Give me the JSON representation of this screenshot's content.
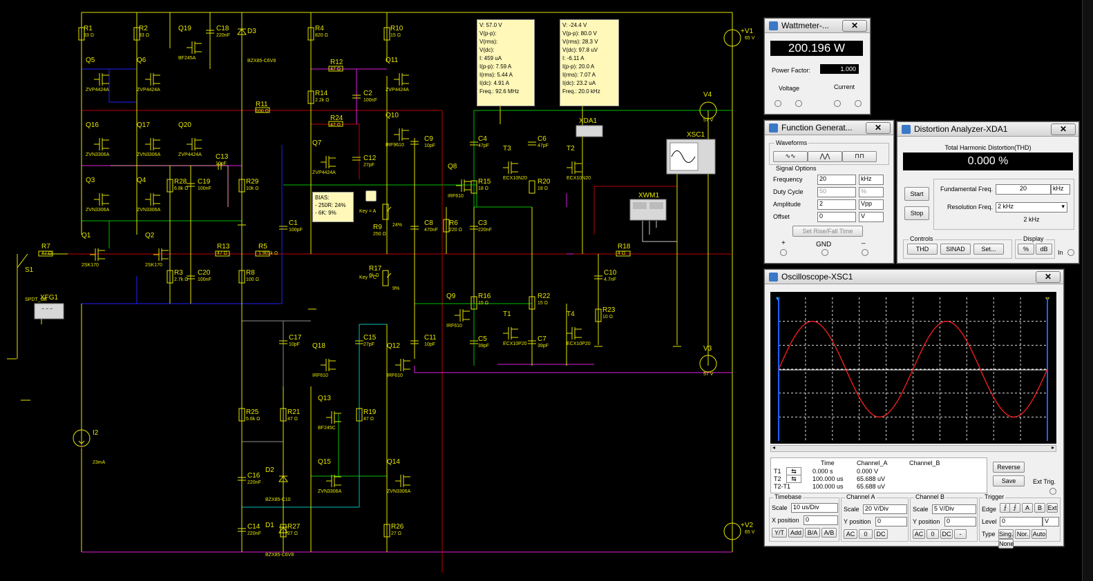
{
  "schematic": {
    "components": [
      {
        "ref": "R1",
        "value": "33 Ω"
      },
      {
        "ref": "R2",
        "value": "33 Ω"
      },
      {
        "ref": "Q19",
        "value": "BF245A"
      },
      {
        "ref": "C18",
        "value": "220nF"
      },
      {
        "ref": "D3",
        "value": "BZX85-C6V8"
      },
      {
        "ref": "R4",
        "value": "820 Ω"
      },
      {
        "ref": "R10",
        "value": "15 Ω"
      },
      {
        "ref": "Q5",
        "value": "ZVP4424A"
      },
      {
        "ref": "Q6",
        "value": "ZVP4424A"
      },
      {
        "ref": "R12",
        "value": "47 Ω"
      },
      {
        "ref": "Q11",
        "value": "ZVP4424A"
      },
      {
        "ref": "R14",
        "value": "2.2k Ω"
      },
      {
        "ref": "C2",
        "value": "100nF"
      },
      {
        "ref": "R11",
        "value": "100 Ω"
      },
      {
        "ref": "R24",
        "value": "47 Ω"
      },
      {
        "ref": "Q10",
        "value": "IRF9610"
      },
      {
        "ref": "C9",
        "value": "10pF"
      },
      {
        "ref": "Q16",
        "value": "ZVN3306A"
      },
      {
        "ref": "Q17",
        "value": "ZVN3306A"
      },
      {
        "ref": "Q20",
        "value": "ZVP4424A"
      },
      {
        "ref": "Q7",
        "value": "ZVP4424A"
      },
      {
        "ref": "C12",
        "value": "27pF"
      },
      {
        "ref": "C13",
        "value": "10pF"
      },
      {
        "ref": "R28",
        "value": "6.8k Ω"
      },
      {
        "ref": "C19",
        "value": "100nF"
      },
      {
        "ref": "R29",
        "value": "10k Ω"
      },
      {
        "ref": "Q3",
        "value": "ZVN3306A"
      },
      {
        "ref": "Q4",
        "value": "ZVN3306A"
      },
      {
        "ref": "C1",
        "value": "100pF"
      },
      {
        "ref": "Q8",
        "value": "IRF610"
      },
      {
        "ref": "Q1",
        "value": "2SK170"
      },
      {
        "ref": "Q2",
        "value": "2SK170"
      },
      {
        "ref": "R7",
        "value": "47 Ω"
      },
      {
        "ref": "R13",
        "value": "47 Ω"
      },
      {
        "ref": "R5",
        "value": "1.901k Ω"
      },
      {
        "ref": "R9",
        "value": "250 Ω"
      },
      {
        "ref": "C8",
        "value": "470nF"
      },
      {
        "ref": "R6",
        "value": "220 Ω"
      },
      {
        "ref": "C3",
        "value": "220nF"
      },
      {
        "ref": "R3",
        "value": "2.7k Ω"
      },
      {
        "ref": "C20",
        "value": "100nF"
      },
      {
        "ref": "R8",
        "value": "100 Ω"
      },
      {
        "ref": "R17",
        "value": "6k Ω"
      },
      {
        "ref": "Q9",
        "value": "IRF610"
      },
      {
        "ref": "C4",
        "value": "47pF"
      },
      {
        "ref": "T3",
        "value": "ECX10N20"
      },
      {
        "ref": "C6",
        "value": "47pF"
      },
      {
        "ref": "T2",
        "value": "ECX10N20"
      },
      {
        "ref": "R15",
        "value": "18 Ω"
      },
      {
        "ref": "R20",
        "value": "18 Ω"
      },
      {
        "ref": "R16",
        "value": "15 Ω"
      },
      {
        "ref": "R22",
        "value": "15 Ω"
      },
      {
        "ref": "T1",
        "value": "ECX10P20"
      },
      {
        "ref": "T4",
        "value": "ECX10P20"
      },
      {
        "ref": "C5",
        "value": "39pF"
      },
      {
        "ref": "C7",
        "value": "39pF"
      },
      {
        "ref": "R18",
        "value": "4 Ω"
      },
      {
        "ref": "C10",
        "value": "4.7nF"
      },
      {
        "ref": "R23",
        "value": "10 Ω"
      },
      {
        "ref": "C17",
        "value": "10pF"
      },
      {
        "ref": "Q18",
        "value": "IRF610"
      },
      {
        "ref": "C15",
        "value": "27pF"
      },
      {
        "ref": "Q12",
        "value": "IRF610"
      },
      {
        "ref": "C11",
        "value": "10pF"
      },
      {
        "ref": "Q13",
        "value": "BF245C"
      },
      {
        "ref": "R25",
        "value": "5.6k Ω"
      },
      {
        "ref": "R21",
        "value": "47 Ω"
      },
      {
        "ref": "R19",
        "value": "47 Ω"
      },
      {
        "ref": "D2",
        "value": "BZX85-C10"
      },
      {
        "ref": "Q15",
        "value": "ZVN3306A"
      },
      {
        "ref": "Q14",
        "value": "ZVN3306A"
      },
      {
        "ref": "C16",
        "value": "220nF"
      },
      {
        "ref": "D1",
        "value": "BZX85-C6V8"
      },
      {
        "ref": "C14",
        "value": "220nF"
      },
      {
        "ref": "R27",
        "value": "27 Ω"
      },
      {
        "ref": "R26",
        "value": "27 Ω"
      },
      {
        "ref": "I2",
        "value": "23mA"
      },
      {
        "ref": "S1",
        "value": "SPDT_SB"
      },
      {
        "ref": "XFG1",
        "value": ""
      },
      {
        "ref": "XDA1",
        "value": ""
      },
      {
        "ref": "XSC1",
        "value": ""
      },
      {
        "ref": "XWM1",
        "value": ""
      }
    ],
    "sources": [
      {
        "ref": "V1",
        "value": "65 V"
      },
      {
        "ref": "V4",
        "value": "57 V"
      },
      {
        "ref": "V3",
        "value": "57 V"
      },
      {
        "ref": "V2",
        "value": "65 V"
      }
    ],
    "probe1": [
      "V: 57.0 V",
      "V(p-p):",
      "V(rms):",
      "V(dc):",
      "I: 459 uA",
      "I(p-p): 7.59 A",
      "I(rms): 5.44 A",
      "I(dc): 4.91 A",
      "Freq.: 92.6 MHz"
    ],
    "probe2": [
      "V: -24.4 V",
      "V(p-p): 80.0 V",
      "V(rms): 28.3 V",
      "V(dc): 97.8 uV",
      "I: -6.11 A",
      "I(p-p): 20.0 A",
      "I(rms): 7.07 A",
      "I(dc): 23.2 uA",
      "Freq.: 20.0 kHz"
    ],
    "bias_note": [
      "BIAS:",
      "- 250R: 24%",
      "- 6K: 9%"
    ],
    "r9_key": "Key = A",
    "r9_pct": "24%",
    "r17_key": "Key = C",
    "r17_pct": "9%"
  },
  "wattmeter": {
    "title": "Wattmeter-...",
    "reading": "200.196 W",
    "pf_label": "Power Factor:",
    "pf_value": "1.000",
    "voltage_label": "Voltage",
    "current_label": "Current"
  },
  "function_generator": {
    "title": "Function Generat...",
    "waveforms_label": "Waveforms",
    "signal_options_label": "Signal Options",
    "rows": [
      {
        "label": "Frequency",
        "value": "20",
        "unit": "kHz"
      },
      {
        "label": "Duty Cycle",
        "value": "50",
        "unit": "%"
      },
      {
        "label": "Amplitude",
        "value": "2",
        "unit": "Vpp"
      },
      {
        "label": "Offset",
        "value": "0",
        "unit": "V"
      }
    ],
    "rise_fall_button": "Set Rise/Fall Time",
    "plus": "+",
    "gnd": "GND",
    "minus": "_"
  },
  "distortion_analyzer": {
    "title": "Distortion Analyzer-XDA1",
    "thd_header": "Total Harmonic Distortion(THD)",
    "thd_value": "0.000 %",
    "start": "Start",
    "stop": "Stop",
    "fund_label": "Fundamental Freq.",
    "fund_value": "20",
    "fund_unit": "kHz",
    "res_label": "Resolution Freq.",
    "res_value": "2 kHz",
    "res_echo": "2 kHz",
    "controls_label": "Controls",
    "thd_btn": "THD",
    "sinad_btn": "SINAD",
    "set_btn": "Set...",
    "display_label": "Display",
    "pct_btn": "%",
    "db_btn": "dB",
    "in_label": "In"
  },
  "oscilloscope": {
    "title": "Oscilloscope-XSC1",
    "waveform": {
      "color": "#ff2020",
      "cycles": 2,
      "amplitude_divisions": 2.0
    },
    "table": {
      "headers": [
        "",
        "Time",
        "Channel_A",
        "Channel_B"
      ],
      "rows": [
        {
          "name": "T1",
          "time": "0.000 s",
          "a": "0.000 V",
          "b": ""
        },
        {
          "name": "T2",
          "time": "100.000 us",
          "a": "65.688 uV",
          "b": ""
        },
        {
          "name": "T2-T1",
          "time": "100.000 us",
          "a": "65.688 uV",
          "b": ""
        }
      ]
    },
    "reverse": "Reverse",
    "save": "Save",
    "ext_trig": "Ext Trig.",
    "timebase": {
      "label": "Timebase",
      "scale_label": "Scale",
      "scale": "10 us/Div",
      "xpos_label": "X position",
      "xpos": "0",
      "buttons": [
        "Y/T",
        "Add",
        "B/A",
        "A/B"
      ]
    },
    "channel_a": {
      "label": "Channel A",
      "scale_label": "Scale",
      "scale": "20  V/Div",
      "ypos_label": "Y position",
      "ypos": "0",
      "buttons": [
        "AC",
        "0",
        "DC"
      ]
    },
    "channel_b": {
      "label": "Channel B",
      "scale_label": "Scale",
      "scale": "5  V/Div",
      "ypos_label": "Y position",
      "ypos": "0",
      "buttons": [
        "AC",
        "0",
        "DC",
        "-"
      ]
    },
    "trigger": {
      "label": "Trigger",
      "edge_label": "Edge",
      "level_label": "Level",
      "level": "0",
      "level_unit": "V",
      "edge_buttons": [
        "A",
        "B",
        "Ext"
      ],
      "type_label": "Type",
      "type_buttons": [
        "Sing.",
        "Nor.",
        "Auto",
        "None"
      ]
    }
  },
  "colors": {
    "wire_yellow": "#e6e600",
    "wire_red": "#c00000",
    "wire_blue": "#2020ff",
    "wire_green": "#00c000",
    "wire_magenta": "#e020e0",
    "wire_cyan": "#00c0c0",
    "wire_pink": "#ff90c0",
    "wire_gray": "#909090"
  }
}
